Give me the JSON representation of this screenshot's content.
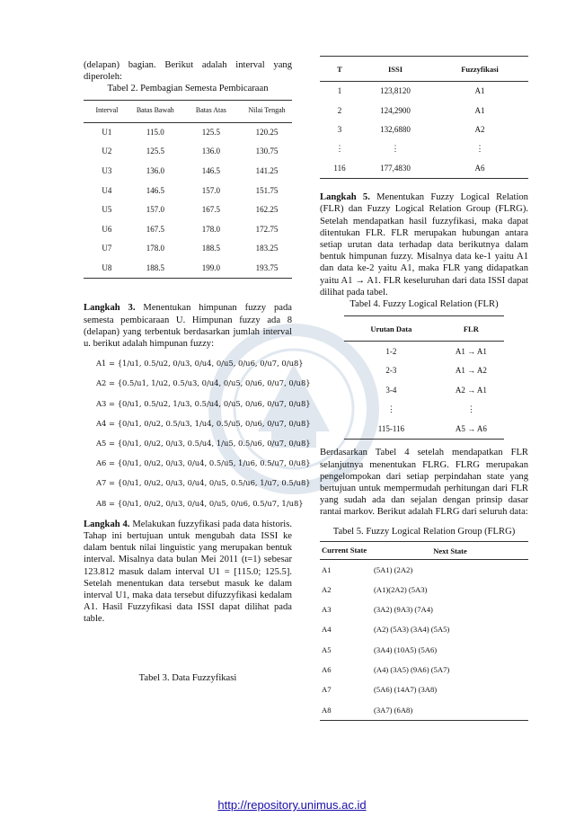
{
  "left_column": {
    "intro_text": "(delapan) bagian. Berikut adalah interval yang diperoleh:",
    "table2": {
      "caption": "Tabel 2. Pembagian Semesta Pembicaraan",
      "headers": [
        "Interval",
        "Batas Bawah",
        "Batas Atas",
        "Nilai Tengah"
      ],
      "rows": [
        [
          "U1",
          "115.0",
          "125.5",
          "120.25"
        ],
        [
          "U2",
          "125.5",
          "136.0",
          "130.75"
        ],
        [
          "U3",
          "136.0",
          "146.5",
          "141.25"
        ],
        [
          "U4",
          "146.5",
          "157.0",
          "151.75"
        ],
        [
          "U5",
          "157.0",
          "167.5",
          "162.25"
        ],
        [
          "U6",
          "167.5",
          "178.0",
          "172.75"
        ],
        [
          "U7",
          "178.0",
          "188.5",
          "183.25"
        ],
        [
          "U8",
          "188.5",
          "199.0",
          "193.75"
        ]
      ]
    },
    "step3": {
      "heading": "Langkah 3.",
      "text": "Menentukan himpunan fuzzy pada semesta pembicaraan U. Himpunan fuzzy ada 8 (delapan) yang terbentuk berdasarkan jumlah interval u. berikut adalah himpunan fuzzy:"
    },
    "fuzzy_sets": [
      "A1 = {1/u1, 0.5/u2, 0/u3, 0/u4, 0/u5, 0/u6, 0/u7, 0/u8}",
      "A2 = {0.5/u1, 1/u2, 0.5/u3, 0/u4, 0/u5, 0/u6, 0/u7, 0/u8}",
      "A3 = {0/u1, 0.5/u2, 1/u3, 0.5/u4, 0/u5, 0/u6, 0/u7, 0/u8}",
      "A4 = {0/u1, 0/u2, 0.5/u3, 1/u4, 0.5/u5, 0/u6, 0/u7, 0/u8}",
      "A5 = {0/u1, 0/u2, 0/u3, 0.5/u4, 1/u5, 0.5/u6, 0/u7, 0/u8}",
      "A6 = {0/u1, 0/u2, 0/u3, 0/u4, 0.5/u5, 1/u6, 0.5/u7, 0/u8}",
      "A7 = {0/u1, 0/u2, 0/u3, 0/u4, 0/u5, 0.5/u6, 1/u7, 0.5/u8}",
      "A8 = {0/u1, 0/u2, 0/u3, 0/u4, 0/u5, 0/u6, 0.5/u7, 1/u8}"
    ],
    "step4": {
      "heading": "Langkah 4.",
      "text": "Melakukan fuzzyfikasi pada data historis. Tahap ini bertujuan untuk mengubah data ISSI ke dalam bentuk nilai linguistic yang merupakan bentuk interval. Misalnya data bulan Mei 2011 (t=1) sebesar 123.812 masuk dalam interval U1 = [115.0; 125.5]. Setelah menentukan data tersebut masuk ke dalam interval U1, maka data tersebut difuzzyfikasi kedalam A1. Hasil Fuzzyfikasi data ISSI dapat dilihat pada table."
    },
    "table3_caption": "Tabel 3. Data Fuzzyfikasi"
  },
  "right_column": {
    "table3": {
      "headers": [
        "T",
        "ISSI",
        "Fuzzyfikasi"
      ],
      "rows": [
        [
          "1",
          "123,8120",
          "A1"
        ],
        [
          "2",
          "124,2900",
          "A1"
        ],
        [
          "3",
          "132,6880",
          "A2"
        ],
        [
          "⋮",
          "⋮",
          "⋮"
        ],
        [
          "116",
          "177,4830",
          "A6"
        ]
      ]
    },
    "step5": {
      "heading": "Langkah 5.",
      "text": "Menentukan Fuzzy Logical Relation (FLR) dan Fuzzy Logical Relation Group (FLRG). Setelah mendapatkan hasil fuzzyfikasi, maka dapat ditentukan FLR. FLR merupakan hubungan antara setiap urutan data terhadap data berikutnya dalam bentuk himpunan fuzzy. Misalnya data ke-1 yaitu A1 dan data ke-2 yaitu A1, maka FLR yang didapatkan yaitu A1 → A1. FLR keseluruhan dari data ISSI dapat dilihat pada tabel."
    },
    "table4": {
      "caption": "Tabel 4. Fuzzy Logical Relation (FLR)",
      "headers": [
        "Urutan Data",
        "FLR"
      ],
      "rows": [
        [
          "1-2",
          "A1 → A1"
        ],
        [
          "2-3",
          "A1 → A2"
        ],
        [
          "3-4",
          "A2 → A1"
        ],
        [
          "⋮",
          "⋮"
        ],
        [
          "115-116",
          "A5 → A6"
        ]
      ]
    },
    "after_table4": "Berdasarkan Tabel 4 setelah mendapatkan FLR selanjutnya menentukan FLRG. FLRG merupakan pengelompokan dari setiap perpindahan state yang bertujuan untuk mempermudah perhitungan dari FLR yang sudah ada dan sejalan dengan prinsip dasar rantai markov. Berikut adalah FLRG dari seluruh data:",
    "table5": {
      "caption": "Tabel 5. Fuzzy Logical Relation Group (FLRG)",
      "headers": [
        "Current State",
        "Next State"
      ],
      "rows": [
        [
          "A1",
          "(5A1) (2A2)"
        ],
        [
          "A2",
          "(A1)(2A2) (5A3)"
        ],
        [
          "A3",
          "(3A2) (9A3) (7A4)"
        ],
        [
          "A4",
          "(A2) (5A3) (3A4) (5A5)"
        ],
        [
          "A5",
          "(3A4) (10A5) (5A6)"
        ],
        [
          "A6",
          "(A4) (3A5) (9A6) (5A7)"
        ],
        [
          "A7",
          "(5A6) (14A7) (3A8)"
        ],
        [
          "A8",
          "(3A7) (6A8)"
        ]
      ]
    }
  },
  "footer": {
    "url": "http://repository.unimus.ac.id"
  }
}
